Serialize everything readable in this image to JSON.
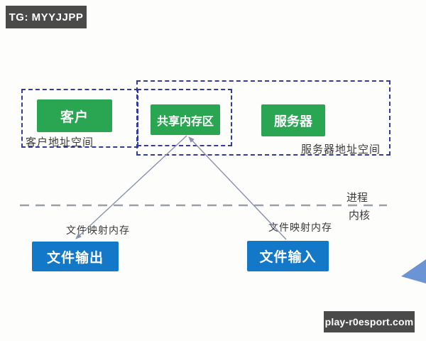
{
  "badges": {
    "top": "TG: MYYJJPP",
    "bottom": "play-r0esport.com"
  },
  "diagram": {
    "nodes": {
      "client": {
        "label": "客户",
        "color": "#2aa652"
      },
      "shared_memory": {
        "label": "共享内存区",
        "color": "#2aa652"
      },
      "server": {
        "label": "服务器",
        "color": "#2aa652"
      },
      "file_output": {
        "label": "文件输出",
        "color": "#1478c8"
      },
      "file_input": {
        "label": "文件输入",
        "color": "#1478c8"
      }
    },
    "regions": {
      "client_space": "客户地址空间",
      "server_space": "服务器地址空间"
    },
    "boundary": {
      "process": "进程",
      "kernel": "内核"
    },
    "edges": [
      {
        "from": "shared_memory",
        "to": "file_output",
        "label": "文件映射内存",
        "arrowhead_at": "file_output"
      },
      {
        "from": "file_input",
        "to": "shared_memory",
        "label": "文件映射内存",
        "arrowhead_at": "shared_memory"
      }
    ]
  },
  "colors": {
    "node_green": "#2aa652",
    "node_blue": "#1478c8",
    "region_border": "#333c9e",
    "separator_gray": "#9aa0a6",
    "arrow_gray": "#8893ab",
    "badge_bg": "#4a4a4a",
    "triangle_blue": "#6b94d6",
    "label_text": "#3a3a3a"
  }
}
